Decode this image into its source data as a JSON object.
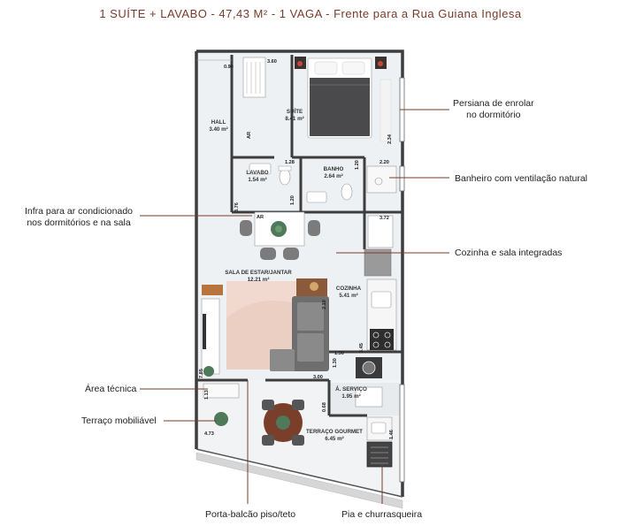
{
  "heading": "1 SUÍTE + LAVABO -  47,43 M² - 1 VAGA - Frente para a Rua Guiana Inglesa",
  "rooms": {
    "suite": {
      "name": "SUÍTE",
      "area": "8.41 m²"
    },
    "hall": {
      "name": "HALL",
      "area": "3.40 m²"
    },
    "lavabo": {
      "name": "LAVABO",
      "area": "1.54 m²"
    },
    "banho": {
      "name": "BANHO",
      "area": "2.64 m²"
    },
    "sala": {
      "name": "SALA DE ESTAR/JANTAR",
      "area": "12.21 m²"
    },
    "cozinha": {
      "name": "COZINHA",
      "area": "5.41 m²"
    },
    "servico": {
      "name": "Á. SERVIÇO",
      "area": "1.95 m²"
    },
    "terraco": {
      "name": "TERRAÇO GOURMET",
      "area": "6.45 m²"
    }
  },
  "dimensions": {
    "d090": "0.90",
    "d360": "3.60",
    "d234": "2.34",
    "d128": "1.28",
    "d120a": "1.20",
    "d220": "2.20",
    "d376": "3.76",
    "d120b": "1.20",
    "d372": "3.72",
    "d210": "2.10",
    "d345": "3.45",
    "d150": "1.50",
    "d130": "1.30",
    "d300": "3.00",
    "d785": "7.85",
    "d113": "1.13",
    "d068": "0.68",
    "d473": "4.73",
    "d146": "1.46"
  },
  "ar_labels": {
    "ar1": "AR",
    "ar2": "AR"
  },
  "callouts": {
    "persiana": [
      "Persiana de enrolar",
      "no dormitório"
    ],
    "banheiro": "Banheiro com ventilação natural",
    "infra": [
      "Infra para ar condicionado",
      "nos dormitórios e na sala"
    ],
    "cozinha": "Cozinha e sala integradas",
    "area_tecnica": "Área técnica",
    "terraco": "Terraço mobiliável",
    "porta": "Porta-balcão piso/teto",
    "pia": "Pia e churrasqueira"
  },
  "colors": {
    "accent": "#7a3b2a",
    "wall": "#3d3d3d",
    "floor": "#eef1f3",
    "rug": "#f2d9cf"
  }
}
